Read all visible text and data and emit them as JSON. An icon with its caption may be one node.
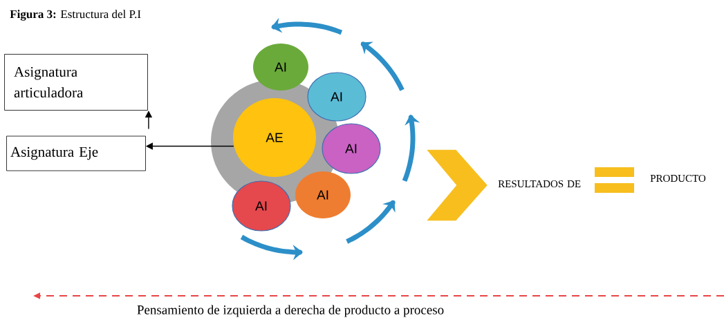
{
  "diagram": {
    "title": "**Figura 3:** Estructura del P.I",
    "nodes": [
      {
        "text": [
          "Asignatura articuladora"
        ]
      },
      {
        "text": [
          "Asignatura Eje"
        ]
      },
      {
        "text": [],
        "shape": "circle"
      },
      {
        "text": [
          "AE"
        ],
        "in": 2
      },
      {
        "text": [
          "AI"
        ]
      },
      {
        "text": [
          "AI"
        ]
      },
      {
        "text": [
          "AI"
        ]
      },
      {
        "text": [
          "AI"
        ]
      },
      {
        "text": [
          "AI"
        ]
      },
      {
        "text": [],
        "shape": "chevron"
      }
    ],
    "edges": [
      {
        "from": 3,
        "to": 1,
        "arrow": "to"
      },
      {
        "from": 1,
        "to": 0,
        "arrow": "to"
      }
    ],
    "labels": [
      "RESULTADOS DE",
      "PRODUCTO",
      "Pensamiento de izquierda a derecha de producto a proceso"
    ]
  }
}
